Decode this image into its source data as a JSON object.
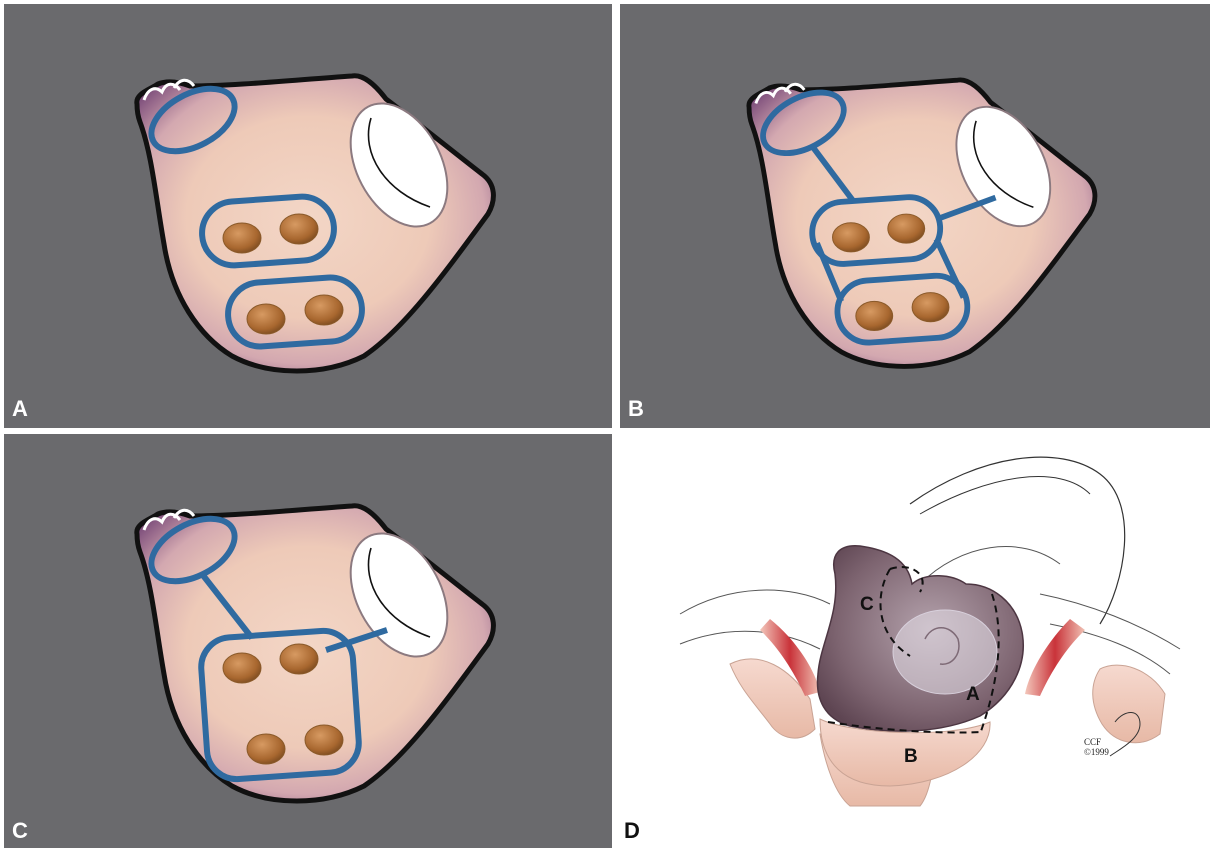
{
  "panels": [
    {
      "id": "A",
      "label": "A"
    },
    {
      "id": "B",
      "label": "B"
    },
    {
      "id": "C",
      "label": "C"
    },
    {
      "id": "D",
      "label": "D"
    }
  ],
  "diagram_d": {
    "region_labels": [
      "C",
      "A",
      "B"
    ],
    "copyright_line1": "CCF",
    "copyright_line2": "©1999"
  },
  "colors": {
    "panel_background": "#6a6a6d",
    "tissue_fill": "#f0cfbe",
    "tissue_edge": "#8a5a84",
    "outline": "#111111",
    "grouping_line": "#2f6aa0",
    "vein_ostium": "#a8703a",
    "valve": "#ffffff"
  }
}
